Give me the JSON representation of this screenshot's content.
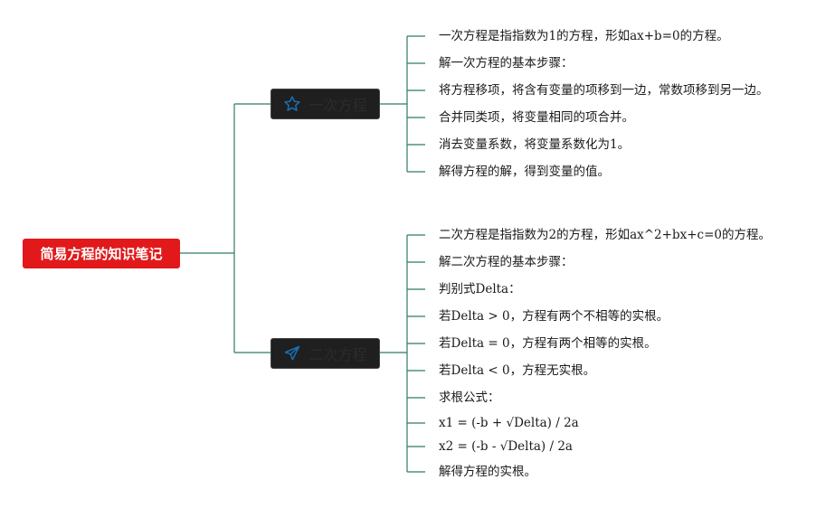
{
  "root": {
    "label": "简易方程的知识笔记"
  },
  "branches": [
    {
      "label": "一次方程",
      "icon": "star-icon",
      "items": [
        "一次方程是指指数为1的方程，形如ax+b=0的方程。",
        "解一次方程的基本步骤：",
        "将方程移项，将含有变量的项移到一边，常数项移到另一边。",
        "合并同类项，将变量相同的项合并。",
        "消去变量系数，将变量系数化为1。",
        "解得方程的解，得到变量的值。"
      ]
    },
    {
      "label": "二次方程",
      "icon": "paper-plane-icon",
      "items": [
        "二次方程是指指数为2的方程，形如ax^2+bx+c=0的方程。",
        "解二次方程的基本步骤：",
        "判别式Delta：",
        "若Delta > 0，方程有两个不相等的实根。",
        "若Delta = 0，方程有两个相等的实根。",
        "若Delta < 0，方程无实根。",
        "求根公式：",
        "x1 = (-b + √Delta) / 2a",
        "x2 = (-b - √Delta) / 2a",
        "解得方程的实根。"
      ]
    }
  ],
  "colors": {
    "root_fill": "#e2191b",
    "topic_fill": "#1f1f1f",
    "connector": "#2f7a68",
    "icon": "#1a6fb5"
  }
}
